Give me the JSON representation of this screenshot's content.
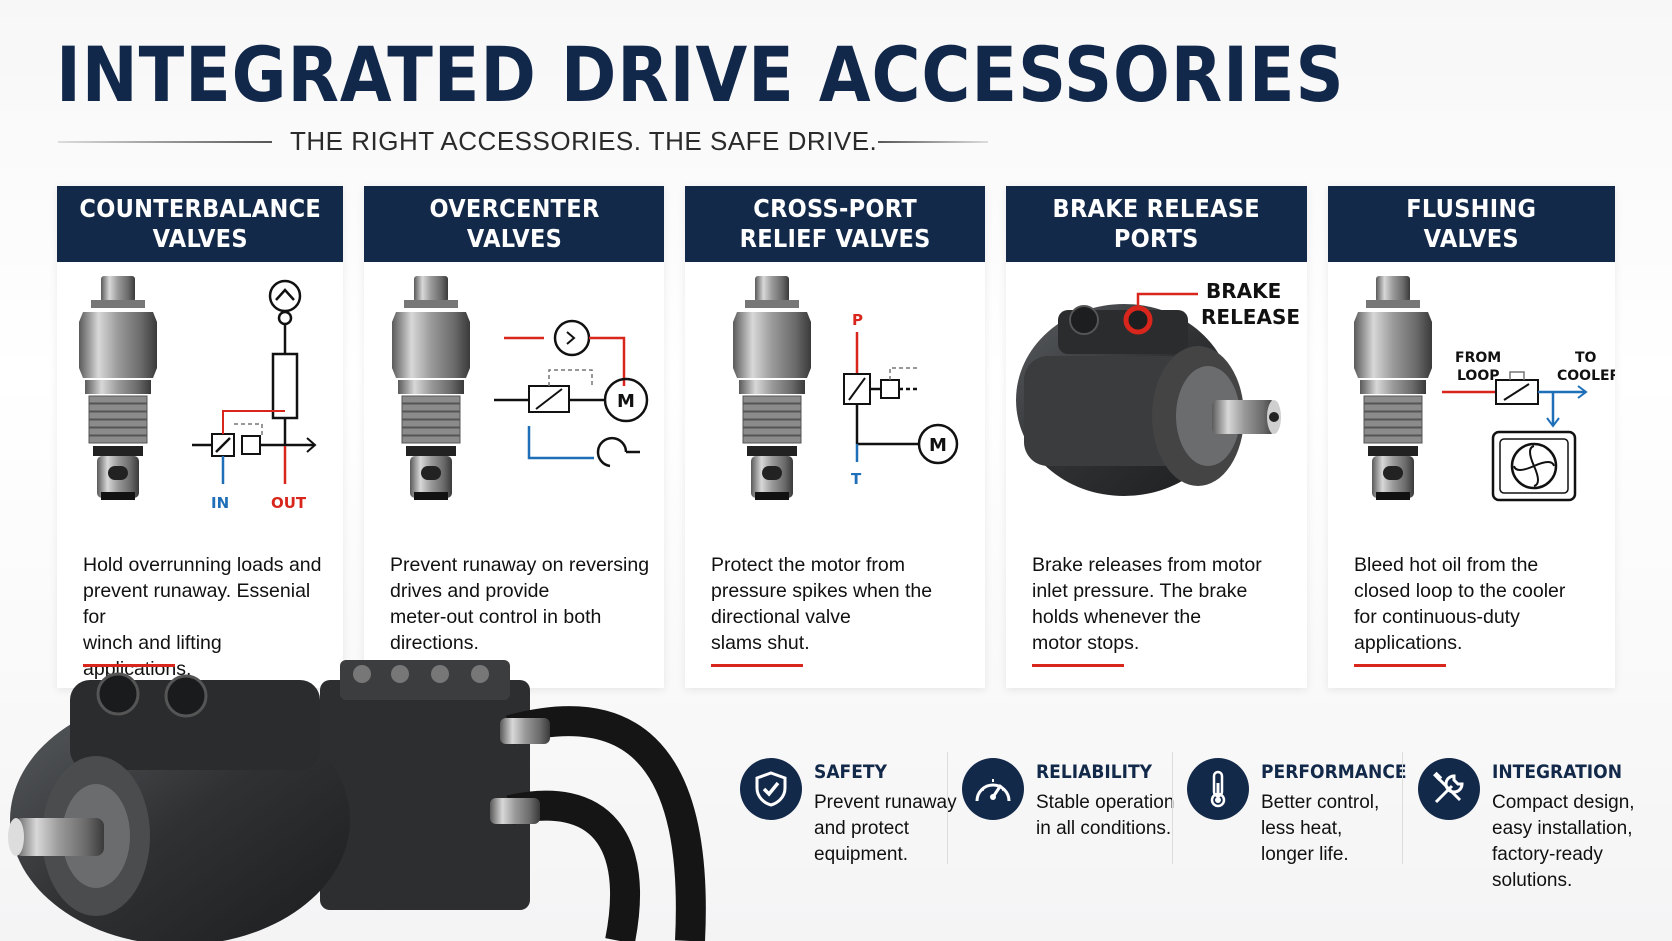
{
  "header": {
    "title": "INTEGRATED DRIVE ACCESSORIES",
    "subtitle": "THE RIGHT ACCESSORIES. THE SAFE DRIVE."
  },
  "cards": [
    {
      "title_lines": [
        "COUNTERBALANCE",
        "VALVES"
      ],
      "desc_lines": [
        "Hold overrunning loads and",
        "prevent runaway. Essenial for",
        "winch and lifting applications."
      ],
      "labels": {
        "in": "IN",
        "out": "OUT"
      }
    },
    {
      "title_lines": [
        "OVERCENTER",
        "VALVES"
      ],
      "desc_lines": [
        "Prevent runaway on reversing",
        "drives and provide",
        "meter-out control in both",
        "directions."
      ],
      "labels": {
        "motor": "M"
      }
    },
    {
      "title_lines": [
        "CROSS-PORT",
        "RELIEF VALVES"
      ],
      "desc_lines": [
        "Protect the motor from",
        "pressure spikes when the",
        "directional valve",
        "slams shut."
      ],
      "labels": {
        "p": "P",
        "t": "T",
        "motor": "M"
      }
    },
    {
      "title_lines": [
        "BRAKE RELEASE",
        "PORTS"
      ],
      "desc_lines": [
        "Brake releases from motor",
        "inlet pressure. The brake",
        "holds whenever the",
        "motor stops."
      ],
      "labels": {
        "callout_1": "BRAKE",
        "callout_2": "RELEASE"
      }
    },
    {
      "title_lines": [
        "FLUSHING",
        "VALVES"
      ],
      "desc_lines": [
        "Bleed hot oil from the",
        "closed loop to the cooler",
        "for continuous-duty",
        "applications."
      ],
      "labels": {
        "from_1": "FROM",
        "from_2": "LOOP",
        "to_1": "TO",
        "to_2": "COOLER"
      }
    }
  ],
  "features": [
    {
      "title": "SAFETY",
      "desc_lines": [
        "Prevent runaway",
        "and protect",
        "equipment."
      ],
      "icon": "shield-check-icon"
    },
    {
      "title": "RELIABILITY",
      "desc_lines": [
        "Stable operation",
        "in all conditions."
      ],
      "icon": "gauge-icon"
    },
    {
      "title": "PERFORMANCE",
      "desc_lines": [
        "Better control,",
        "less heat,",
        "longer life."
      ],
      "icon": "thermometer-icon"
    },
    {
      "title": "INTEGRATION",
      "desc_lines": [
        "Compact design,",
        "easy installation,",
        "factory-ready",
        "solutions."
      ],
      "icon": "wrench-screwdriver-icon"
    }
  ],
  "colors": {
    "navy": "#13294a",
    "accent_red": "#d8261c",
    "line_blue": "#1e6fb8"
  }
}
